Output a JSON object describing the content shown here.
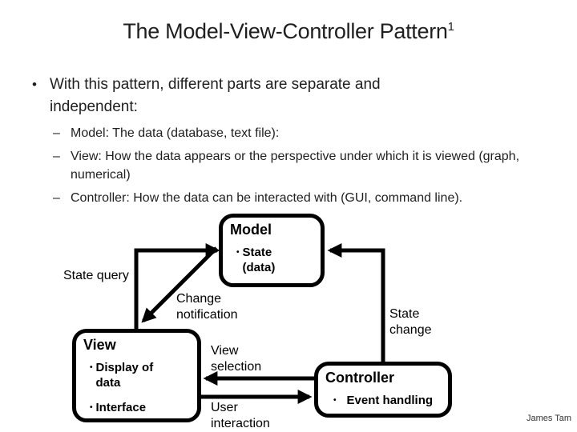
{
  "slide": {
    "title": "The Model-View-Controller Pattern",
    "title_superscript": "1",
    "bullet_marker": "•",
    "bullet": "With this pattern, different parts are separate and independent:",
    "sub_bullet_marker": "–",
    "sub_bullets": [
      "Model: The data (database, text file):",
      "View: How the data appears or the perspective under which it is viewed (graph, numerical)",
      "Controller: How the data can be interacted with (GUI, command line)."
    ],
    "footer": "James Tam"
  },
  "diagram": {
    "item_marker": "•",
    "boxes": {
      "model": {
        "title": "Model",
        "items": [
          "State (data)"
        ]
      },
      "view": {
        "title": "View",
        "items": [
          "Display of data",
          "Interface"
        ]
      },
      "controller": {
        "title": "Controller",
        "items": [
          "Event handling"
        ]
      }
    },
    "labels": {
      "state_query": "State query",
      "change_notification": "Change notification",
      "state_change": "State change",
      "view_selection": "View selection",
      "user_interaction": "User interaction"
    },
    "colors": {
      "line": "#000000",
      "box_border": "#000000",
      "box_fill": "#ffffff",
      "background": "#ffffff",
      "text": "#1f1f1f"
    }
  }
}
